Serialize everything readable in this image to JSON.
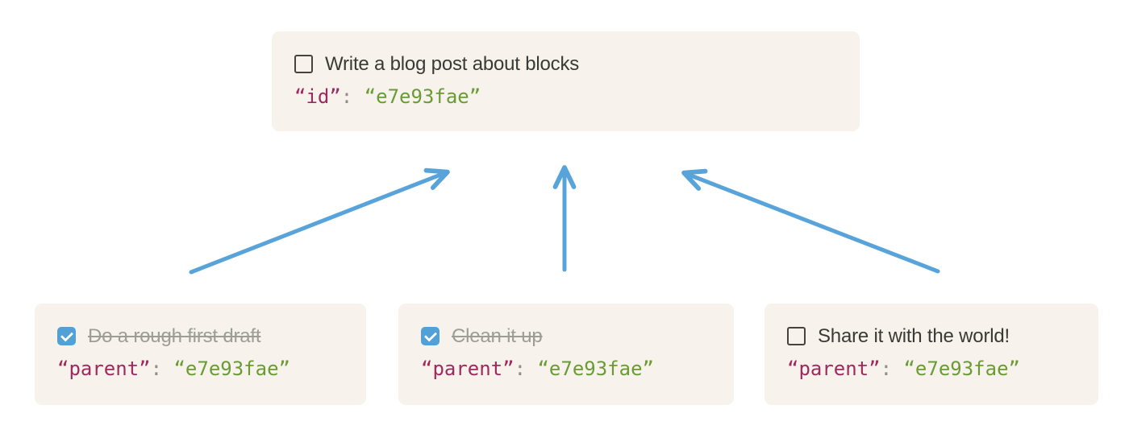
{
  "diagram": {
    "parent_card": {
      "task": "Write a blog post about blocks",
      "completed": false,
      "code": {
        "key": "“id”",
        "colon": ":",
        "value": "“e7e93fae”"
      }
    },
    "child_cards": [
      {
        "task": "Do a rough first draft",
        "completed": true,
        "code": {
          "key": "“parent”",
          "colon": ":",
          "value": "“e7e93fae”"
        }
      },
      {
        "task": "Clean it up",
        "completed": true,
        "code": {
          "key": "“parent”",
          "colon": ":",
          "value": "“e7e93fae”"
        }
      },
      {
        "task": "Share it with the world!",
        "completed": false,
        "code": {
          "key": "“parent”",
          "colon": ":",
          "value": "“e7e93fae”"
        }
      }
    ],
    "colors": {
      "card_background": "#f7f3ec",
      "arrow": "#58a4da",
      "checkbox_checked": "#51a1d6",
      "checkbox_border": "#45433f",
      "code_key": "#9d2a5e",
      "code_value": "#6a9b34",
      "code_punctuation": "#8f8d88",
      "task_text": "#3b3935",
      "task_done_text": "#9e9c97"
    }
  }
}
